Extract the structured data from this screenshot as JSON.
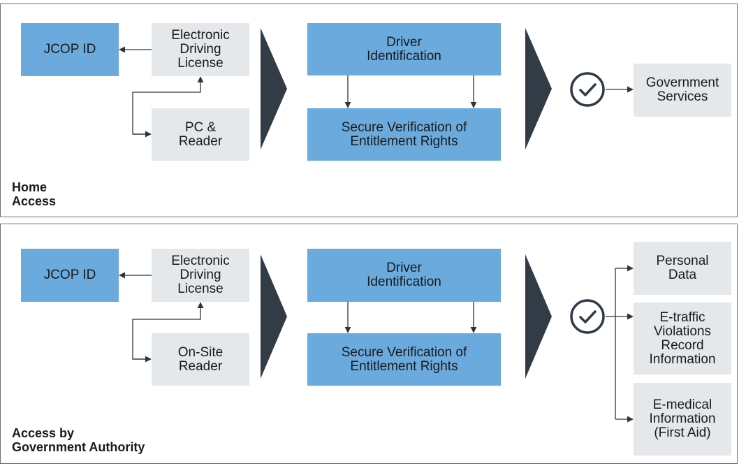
{
  "colors": {
    "blue": "#6aaadd",
    "gray": "#e4e8ea",
    "dark": "#323c46",
    "line": "#333333"
  },
  "panels": [
    {
      "caption": "Home\nAccess",
      "jcop": "JCOP ID",
      "license": "Electronic\nDriving\nLicense",
      "reader": "PC &\nReader",
      "driver": "Driver\nIdentification",
      "secure": "Secure Verification of\nEntitlement Rights",
      "check_icon": "check-circle-icon",
      "outputs": [
        "Government\nServices"
      ]
    },
    {
      "caption": "Access by\nGovernment Authority",
      "jcop": "JCOP ID",
      "license": "Electronic\nDriving\nLicense",
      "reader": "On-Site\nReader",
      "driver": "Driver\nIdentification",
      "secure": "Secure Verification of\nEntitlement Rights",
      "check_icon": "check-circle-icon",
      "outputs": [
        "Personal\nData",
        "E-traffic\nViolations\nRecord\nInformation",
        "E-medical\nInformation\n(First Aid)"
      ]
    }
  ]
}
